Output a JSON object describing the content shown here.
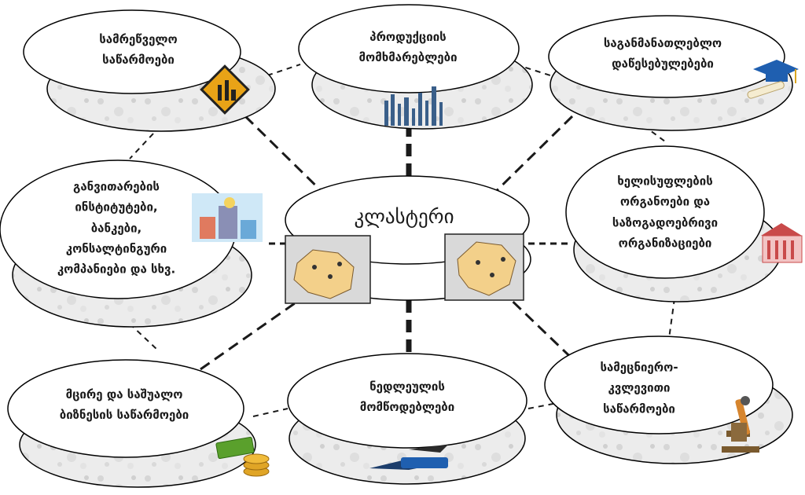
{
  "diagram": {
    "center": {
      "label": "კლასტერი",
      "icon": "region-map-icon"
    },
    "nodes": [
      {
        "id": "manufacturing",
        "lines": [
          "სამრეწველო",
          "საწარმოები"
        ],
        "icon": "industry-warning-icon"
      },
      {
        "id": "consumers",
        "lines": [
          "პროდუქციის",
          "მომხმარებლები"
        ],
        "icon": "skyline-city-icon"
      },
      {
        "id": "education",
        "lines": [
          "საგანმანათლებლო",
          "დაწესებულებები"
        ],
        "icon": "graduation-cap-icon"
      },
      {
        "id": "government",
        "lines": [
          "ხელისუფლების",
          "ორგანოები და",
          "საზოგადოებრივი",
          "ორგანიზაციები"
        ],
        "icon": "government-building-icon"
      },
      {
        "id": "research",
        "lines": [
          "სამეცნიერო-",
          "კვლევითი",
          "საწარმოები"
        ],
        "icon": "microscope-icon"
      },
      {
        "id": "suppliers",
        "lines": [
          "ნედლეულის",
          "მომწოდებლები"
        ],
        "icon": "airplane-logistics-icon"
      },
      {
        "id": "sme",
        "lines": [
          "მცირე და საშუალო",
          "ბიზნესის საწარმოები"
        ],
        "icon": "money-coins-icon"
      },
      {
        "id": "finance",
        "lines": [
          "განვითარების",
          "ინსტიტუტები,",
          "ბანკები,",
          "კონსალტინგური",
          "კომპანიები და სხვ."
        ],
        "icon": "bank-building-icon"
      }
    ],
    "colors": {
      "disk_fill": "#ffffff",
      "rim_fill": "#ededed",
      "outline": "#000000",
      "connector": "#1a1a1a"
    }
  }
}
